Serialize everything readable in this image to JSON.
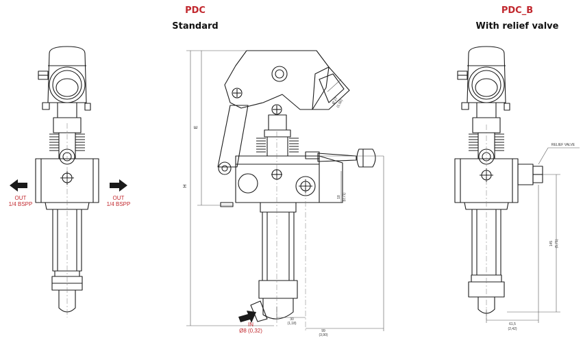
{
  "headers": {
    "pdc_title": "PDC",
    "pdc_subtitle": "Standard",
    "pdcb_title": "PDC_B",
    "pdcb_subtitle": "With relief valve"
  },
  "labels": {
    "out_left_1": "OUT",
    "out_left_2": "1/4 BSPP",
    "out_right_1": "OUT",
    "out_right_2": "1/4 BSPP",
    "in_1": "IN",
    "in_2": "Ø8 (0,32)",
    "relief_valve": "RELIEF VALVE"
  },
  "dimensions": {
    "h": "H",
    "e": "E",
    "phi_main": "Ø 27",
    "phi_sub": "(1,06)",
    "d18_main": "18",
    "d18_sub": "(0,71)",
    "d30_main": "30",
    "d30_sub": "(1,18)",
    "d99_main": "99",
    "d99_sub": "(3,90)",
    "d145_main": "145",
    "d145_sub": "(5,71)",
    "d615_main": "61,5",
    "d615_sub": "(2,42)"
  },
  "colors": {
    "accent": "#c1272d",
    "line": "#1a1a1a",
    "dim": "#555555"
  }
}
